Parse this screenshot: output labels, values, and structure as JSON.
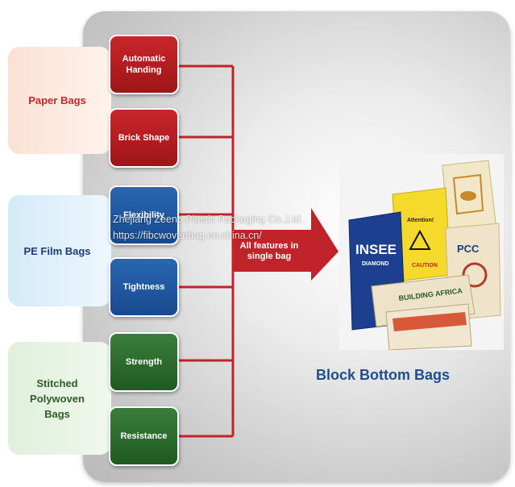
{
  "categories": {
    "paper": "Paper Bags",
    "pe": "PE Film Bags",
    "stitched": "Stitched Polywoven Bags"
  },
  "features": {
    "automatic_handing": "Automatic Handing",
    "brick_shape": "Brick Shape",
    "flexibility": "Flexibility",
    "tightness": "Tightness",
    "strength": "Strength",
    "resistance": "Resistance"
  },
  "center_label": "All features in single bag",
  "result_title": "Block Bottom Bags",
  "watermark": {
    "line1": "Zhejiang Zeeno Plastic Packaging Co.,Ltd.",
    "line2": "https://fibcwovenbag.en.china.cn/"
  },
  "photo_bags": {
    "insee": "INSEE",
    "diamond": "DIAMOND",
    "attention": "Attention!",
    "caution": "CAUTION",
    "pcc": "PCC",
    "building_africa": "BUILDING AFRICA"
  },
  "colors": {
    "red": "#b51e22",
    "blue": "#1f5aa3",
    "green": "#2b6b2c",
    "connector": "#c0242a",
    "title_blue": "#1f4e8c"
  }
}
